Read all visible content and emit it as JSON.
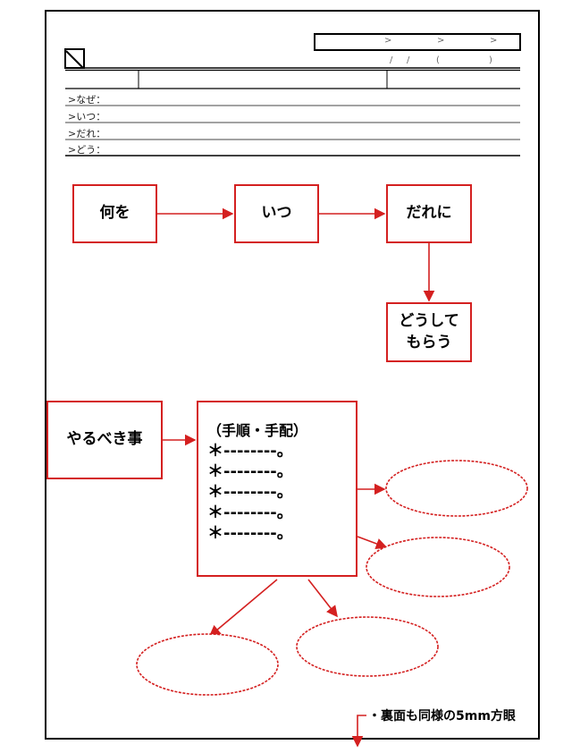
{
  "header": {
    "box_marks": [
      ">",
      ">",
      ">"
    ],
    "date_marks": [
      "/",
      "/",
      "(",
      ")"
    ]
  },
  "fields": [
    {
      "label": ">なぜ："
    },
    {
      "label": ">いつ："
    },
    {
      "label": ">だれ："
    },
    {
      "label": ">どう："
    }
  ],
  "flow": {
    "what": "何を",
    "when": "いつ",
    "whom": "だれに",
    "how": [
      "どうして",
      "もらう"
    ]
  },
  "tasks": {
    "label": "やるべき事",
    "heading": "（手順・手配）",
    "items": [
      "＊--------。",
      "＊--------。",
      "＊--------。",
      "＊--------。",
      "＊--------。"
    ]
  },
  "note": "・裏面も同様の5mm方眼",
  "colors": {
    "accent": "#d42020"
  }
}
